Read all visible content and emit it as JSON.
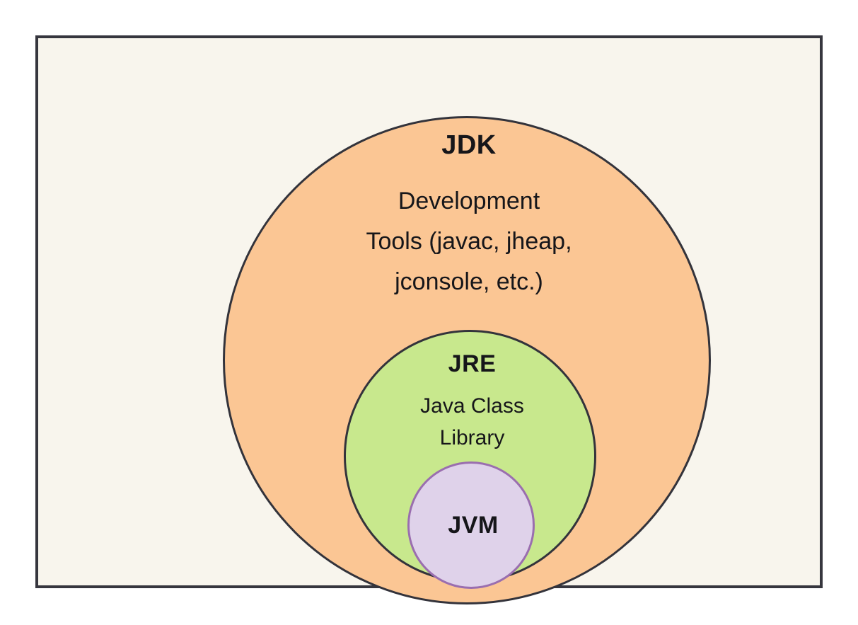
{
  "diagram": {
    "type": "nested-venn",
    "background_color": "#ffffff",
    "frame": {
      "fill_color": "#f8f5ed",
      "border_color": "#36363e"
    },
    "layers": [
      {
        "id": "jdk",
        "title": "JDK",
        "lines": [
          "Development",
          "Tools (javac, jheap,",
          "jconsole, etc.)"
        ],
        "fill_color": "#fbc694",
        "border_color": "#33333b"
      },
      {
        "id": "jre",
        "title": "JRE",
        "lines": [
          "Java Class",
          "Library"
        ],
        "fill_color": "#c8e88d",
        "border_color": "#33333b"
      },
      {
        "id": "jvm",
        "title": "JVM",
        "lines": [],
        "fill_color": "#dfd2ea",
        "border_color": "#9a6eaf"
      }
    ]
  }
}
